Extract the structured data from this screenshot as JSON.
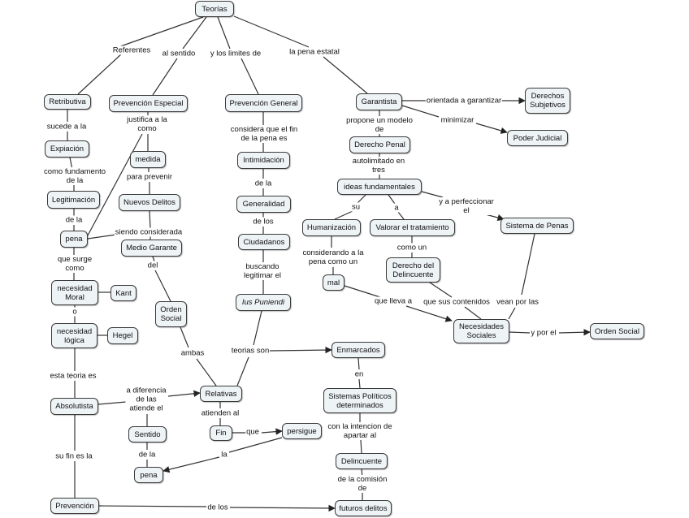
{
  "diagram": {
    "title": "Teorías",
    "nodes": {
      "teorias": "Teorías",
      "retributiva": "Retributiva",
      "prevencion_especial": "Prevención Especial",
      "prevencion_general": "Prevención General",
      "garantista": "Garantista",
      "derechos_subjetivos": "Derechos\nSubjetivos",
      "poder_judicial": "Poder Judicial",
      "expiacion": "Expiación",
      "medida": "medida",
      "intimidacion": "Intimidación",
      "derecho_penal": "Derecho Penal",
      "legitimacion": "Legitimación",
      "nuevos_delitos": "Nuevos Delitos",
      "generalidad": "Generalidad",
      "ideas_fundamentales": "ideas fundamentales",
      "pena1": "pena",
      "medio_garante": "Medio Garante",
      "ciudadanos": "Ciudadanos",
      "humanizacion": "Humanización",
      "valorar_tratamiento": "Valorar el tratamiento",
      "sistema_penas": "Sistema de Penas",
      "necesidad_moral": "necesidad\nMoral",
      "kant": "Kant",
      "mal": "mal",
      "derecho_delincuente": "Derecho del\nDelincuente",
      "orden_social1": "Orden\nSocial",
      "ius_puniendi": "Ius Puniendi",
      "necesidad_logica": "necesidad\nlógica",
      "hegel": "Hegel",
      "necesidades_sociales": "Necesidades\nSociales",
      "orden_social2": "Orden Social",
      "enmarcados": "Enmarcados",
      "absolutista": "Absolutista",
      "relativas": "Relativas",
      "sistemas_politicos": "Sistemas Políticos\ndeterminados",
      "sentido": "Sentido",
      "fin": "Fin",
      "persigue": "persigue",
      "pena2": "pena",
      "delincuente": "Delincuente",
      "prevencion": "Prevención",
      "futuros_delitos": "futuros delitos"
    },
    "links": {
      "referentes": "Referentes",
      "al_sentido": "al sentido",
      "y_los_limites": "y los limites de",
      "la_pena_estatal": "la pena estatal",
      "sucede_a_la": "sucede a la",
      "justifica_como": "justifica a la\ncomo",
      "considera_fin": "considera que el fin\nde la pena es",
      "orientada": "orientada a garantizar",
      "minimizar": "minimizar",
      "propone_modelo": "propone un modelo\nde",
      "como_fundamento": "como fundamento\nde la",
      "para_prevenir": "para prevenir",
      "de_la1": "de la",
      "autolimitado": "autolimitado en\ntres",
      "de_la2": "de la",
      "siendo_considerada": "siendo considerada",
      "de_los1": "de los",
      "su": "su",
      "a": "a",
      "y_a_perfeccionar": "y a perfeccionar\nel",
      "que_surge_como": "que surge\ncomo",
      "del": "del",
      "buscando": "buscando\nlegitimar el",
      "considerando": "considerando a la\npena como un",
      "como_un": "como un",
      "o": "o",
      "que_lleva_a": "que lleva a",
      "que_sus_contenidos": "que sus contenidos",
      "vean_por_las": "vean por las",
      "y_por_el": "y por el",
      "ambas": "ambas",
      "teorias_son": "teorias son",
      "en": "en",
      "esta_teoria_es": "esta teoria es",
      "a_diferencia": "a diferencia\nde las\natiende el",
      "atienden_al": "atienden al",
      "con_intencion": "con la intencion de\napartar al",
      "que": "que",
      "de_la3": "de la",
      "la": "la",
      "su_fin_es_la": "su fin es la",
      "de_la_comision": "de la comisión\nde",
      "de_los2": "de los"
    }
  },
  "colors": {
    "node_fill": "#eef3f6",
    "node_border": "#3a3a3a",
    "line": "#333333"
  }
}
